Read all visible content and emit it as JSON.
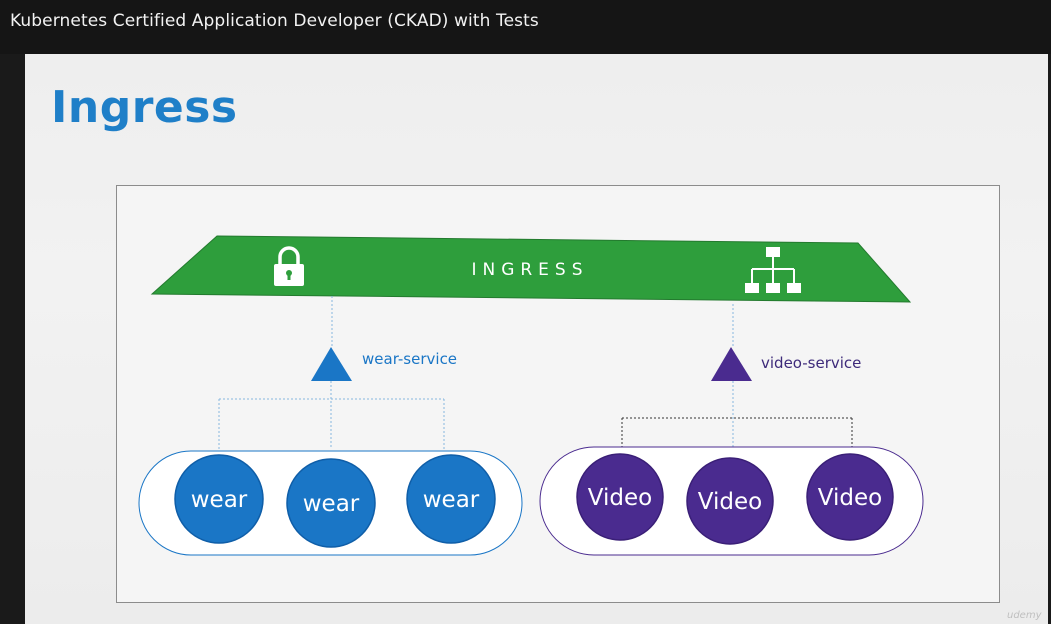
{
  "window": {
    "title": "Kubernetes Certified Application Developer (CKAD) with Tests"
  },
  "slide": {
    "title": "Ingress",
    "ingress_label": "INGRESS",
    "wear_service_label": "wear-service",
    "video_service_label": "video-service",
    "wear_pods": [
      "wear",
      "wear",
      "wear"
    ],
    "video_pods": [
      "Video",
      "Video",
      "Video"
    ],
    "watermark": "udemy"
  },
  "icons": {
    "lock": "lock-icon",
    "network": "network-hierarchy-icon"
  },
  "colors": {
    "title_blue": "#1f7fc8",
    "ingress_green": "#2e9e3c",
    "wear_blue": "#1a76c6",
    "video_purple": "#4a2b8f"
  }
}
